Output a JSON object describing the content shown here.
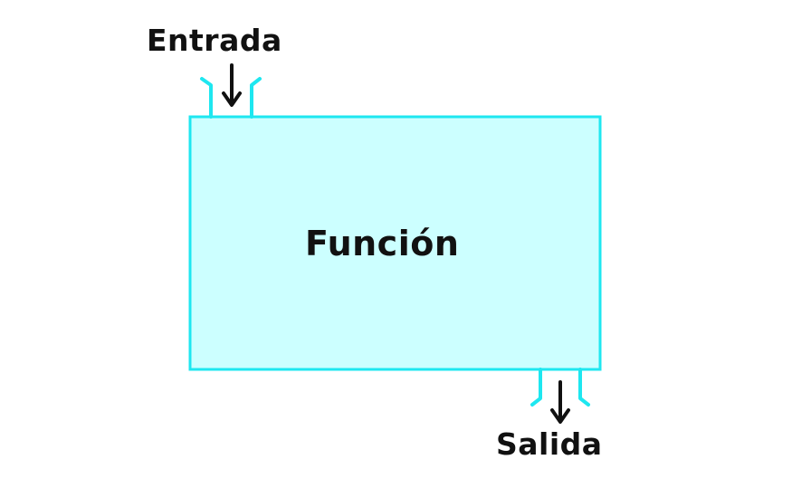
{
  "diagram": {
    "input_label": "Entrada",
    "function_label": "Función",
    "output_label": "Salida"
  },
  "colors": {
    "box_fill": "#ccffff",
    "box_stroke": "#1ee7f0",
    "text": "#111111",
    "arrow": "#111111"
  }
}
